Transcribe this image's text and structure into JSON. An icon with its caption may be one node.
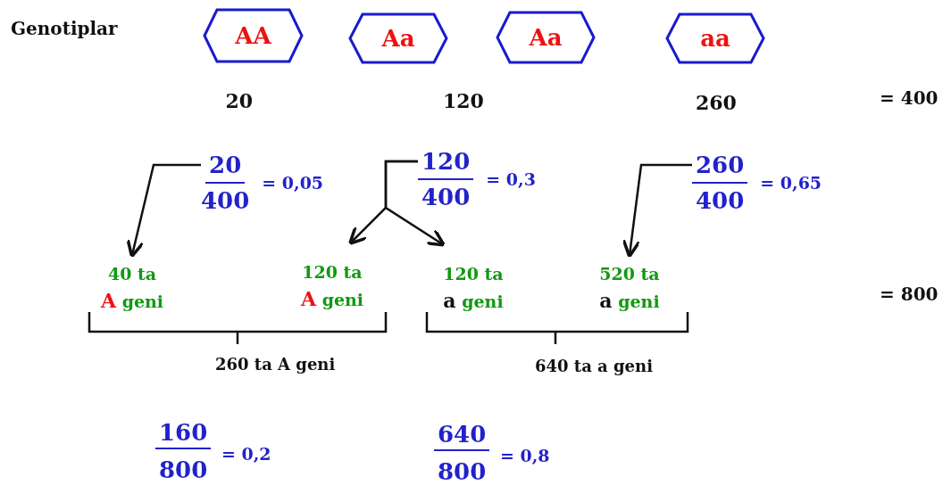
{
  "diagram": {
    "nodes": [
      {
        "text": [
          "AA"
        ]
      },
      {
        "text": [
          "Aa"
        ]
      },
      {
        "text": [
          "Aa"
        ]
      },
      {
        "text": [
          "aa"
        ]
      },
      {
        "text": [
          "20",
          "400",
          "= 0,05"
        ]
      },
      {
        "text": [
          "120",
          "400",
          "= 0,3"
        ]
      },
      {
        "text": [
          "260",
          "400",
          "= 0,65"
        ]
      },
      {
        "text": [
          "40 ta",
          "A",
          "geni"
        ]
      },
      {
        "text": [
          "120 ta",
          "A",
          "geni"
        ]
      },
      {
        "text": [
          "120 ta",
          "a",
          "geni"
        ]
      },
      {
        "text": [
          "520 ta",
          "a",
          "geni"
        ]
      }
    ],
    "edges": [
      {
        "from": 4,
        "to": 7,
        "arrow": "to"
      },
      {
        "from": 5,
        "to": 8,
        "arrow": "to"
      },
      {
        "from": 5,
        "to": 9,
        "arrow": "to"
      },
      {
        "from": 6,
        "to": 10,
        "arrow": "to"
      }
    ],
    "labels": [
      "Genotiplar",
      "20",
      "120",
      "260",
      "= 400",
      "= 800",
      "260 ta A geni",
      "640 ta a geni",
      "160",
      "800",
      "= 0,2",
      "640",
      "800",
      "= 0,8"
    ]
  }
}
